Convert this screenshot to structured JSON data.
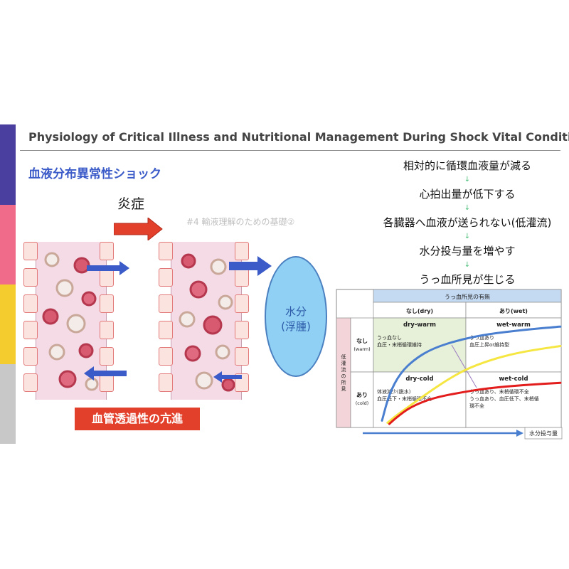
{
  "header": {
    "title": "Physiology of Critical Illness and Nutritional Management During Shock Vital Conditions"
  },
  "slide": {
    "subtitle": "血液分布異常性ショック",
    "inflammation_label": "炎症",
    "watermark": "#4 輸液理解のための基礎②",
    "permeability_label": "血管透過性の亢進",
    "water_label_1": "水分",
    "water_label_2": "(浮腫)"
  },
  "flow": {
    "steps": [
      "相対的に循環血液量が減る",
      "心拍出量が低下する",
      "各臓器へ血液が送られない(低灌流)",
      "水分投与量を増やす",
      "うっ血所見が生じる"
    ],
    "arrow_glyph": "↓"
  },
  "colors": {
    "band_purple": "#4a3f9e",
    "band_pink": "#f06a8a",
    "band_yellow": "#f4cc2e",
    "band_gray": "#c8c8c8",
    "accent_blue": "#3b5bc8",
    "accent_red": "#e3402c"
  },
  "chart_data": {
    "type": "line",
    "header_top": "うっ血所見の有無",
    "col_headers": [
      "なし(dry)",
      "あり(wet)"
    ],
    "row_axis_label": "低灌流の所見",
    "row_headers": [
      {
        "main": "なし",
        "sub": "(warm)"
      },
      {
        "main": "あり",
        "sub": "(cold)"
      }
    ],
    "quadrants": [
      {
        "title": "dry-warm",
        "lines": [
          "うっ血なし",
          "血圧・末梢循環維持"
        ]
      },
      {
        "title": "wet-warm",
        "lines": [
          "うっ血あり",
          "血圧上昇or維持型"
        ]
      },
      {
        "title": "dry-cold",
        "lines": [
          "体液減少(脱水)",
          "血圧低下・末梢循環不全"
        ]
      },
      {
        "title": "wet-cold",
        "lines": [
          "うっ血あり、末梢循環不全",
          "うっ血あり、血圧低下、末梢循",
          "環不全"
        ]
      }
    ],
    "xlabel": "水分投与量",
    "xlim": [
      0,
      10
    ],
    "ylim": [
      0,
      10
    ],
    "series": [
      {
        "color": "#4a7fd0",
        "x": [
          0.2,
          0.6,
          1.2,
          2,
          3,
          4.5,
          6,
          8,
          10
        ],
        "y": [
          0.5,
          3.0,
          4.9,
          6.2,
          7.2,
          8.0,
          8.5,
          8.9,
          9.2
        ]
      },
      {
        "color": "#f5e642",
        "x": [
          0.5,
          1,
          2,
          3,
          4,
          5,
          6.5,
          8,
          10
        ],
        "y": [
          0.3,
          1.0,
          2.2,
          3.4,
          4.5,
          5.4,
          6.3,
          6.9,
          7.4
        ]
      },
      {
        "color": "#e31c1c",
        "x": [
          0.6,
          1,
          1.8,
          3,
          4.5,
          6,
          8,
          10
        ],
        "y": [
          0.2,
          0.8,
          1.8,
          2.6,
          3.1,
          3.5,
          3.8,
          4.0
        ]
      }
    ]
  }
}
